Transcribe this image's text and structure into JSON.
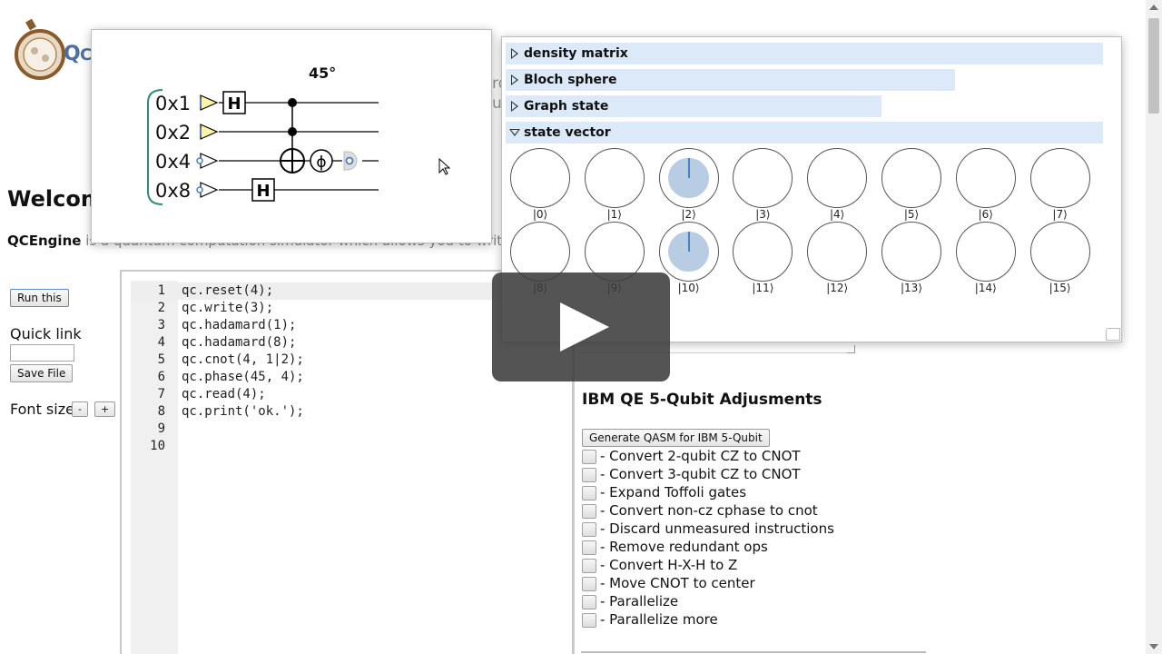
{
  "page": {
    "welcome_heading": "Welcom",
    "intro_bold": "QCEngine",
    "intro_rest": " is a quantum computation simulator which allows you to write co",
    "peek_text_1": "ro",
    "peek_text_2": "u"
  },
  "sidebar": {
    "run_label": "Run this",
    "quick_link_label": "Quick link",
    "quick_link_value": "",
    "save_label": "Save File",
    "font_size_label": "Font size",
    "font_minus": "-",
    "font_plus": "+"
  },
  "editor": {
    "active_line": 1,
    "lines": [
      {
        "n": "1",
        "code": "qc.reset(4);"
      },
      {
        "n": "2",
        "code": "qc.write(3);"
      },
      {
        "n": "3",
        "code": "qc.hadamard(1);"
      },
      {
        "n": "4",
        "code": "qc.hadamard(8);"
      },
      {
        "n": "5",
        "code": "qc.cnot(4, 1|2);"
      },
      {
        "n": "6",
        "code": "qc.phase(45, 4);"
      },
      {
        "n": "7",
        "code": "qc.read(4);"
      },
      {
        "n": "8",
        "code": "qc.print('ok.');"
      },
      {
        "n": "9",
        "code": ""
      },
      {
        "n": "10",
        "code": ""
      }
    ]
  },
  "circuit": {
    "qubits": [
      "0x1",
      "0x2",
      "0x4",
      "0x8"
    ],
    "angle_label": "45°",
    "gate_h": "H",
    "gate_phase": "ϕ"
  },
  "state_panel": {
    "sections": [
      {
        "label": "density matrix",
        "expanded": false
      },
      {
        "label": "Bloch sphere",
        "expanded": false
      },
      {
        "label": "Graph state",
        "expanded": false
      },
      {
        "label": "state vector",
        "expanded": true
      }
    ],
    "amplitude_color": "#b8cce4",
    "phase_color": "#4a7fc1",
    "states": [
      {
        "label": "|0⟩",
        "magnitude": 0
      },
      {
        "label": "|1⟩",
        "magnitude": 0
      },
      {
        "label": "|2⟩",
        "magnitude": 0.707
      },
      {
        "label": "|3⟩",
        "magnitude": 0
      },
      {
        "label": "|4⟩",
        "magnitude": 0
      },
      {
        "label": "|5⟩",
        "magnitude": 0
      },
      {
        "label": "|6⟩",
        "magnitude": 0
      },
      {
        "label": "|7⟩",
        "magnitude": 0
      },
      {
        "label": "|8⟩",
        "magnitude": 0
      },
      {
        "label": "|9⟩",
        "magnitude": 0
      },
      {
        "label": "|10⟩",
        "magnitude": 0.707
      },
      {
        "label": "|11⟩",
        "magnitude": 0
      },
      {
        "label": "|12⟩",
        "magnitude": 0
      },
      {
        "label": "|13⟩",
        "magnitude": 0
      },
      {
        "label": "|14⟩",
        "magnitude": 0
      },
      {
        "label": "|15⟩",
        "magnitude": 0
      }
    ]
  },
  "ibm": {
    "title": "IBM QE 5-Qubit Adjusments",
    "generate_label": "Generate QASM for IBM 5-Qubit",
    "options": [
      {
        "label": "- Convert 2-qubit CZ to CNOT",
        "checked": false
      },
      {
        "label": "- Convert 3-qubit CZ to CNOT",
        "checked": false
      },
      {
        "label": "- Expand Toffoli gates",
        "checked": false
      },
      {
        "label": "- Convert non-cz cphase to cnot",
        "checked": false
      },
      {
        "label": "- Discard unmeasured instructions",
        "checked": false
      },
      {
        "label": "- Remove redundant ops",
        "checked": false
      },
      {
        "label": "- Convert H-X-H to Z",
        "checked": false
      },
      {
        "label": "- Move CNOT to center",
        "checked": false
      },
      {
        "label": "- Parallelize",
        "checked": false
      },
      {
        "label": "- Parallelize more",
        "checked": false
      }
    ]
  },
  "video": {
    "play_icon": "play-icon"
  }
}
